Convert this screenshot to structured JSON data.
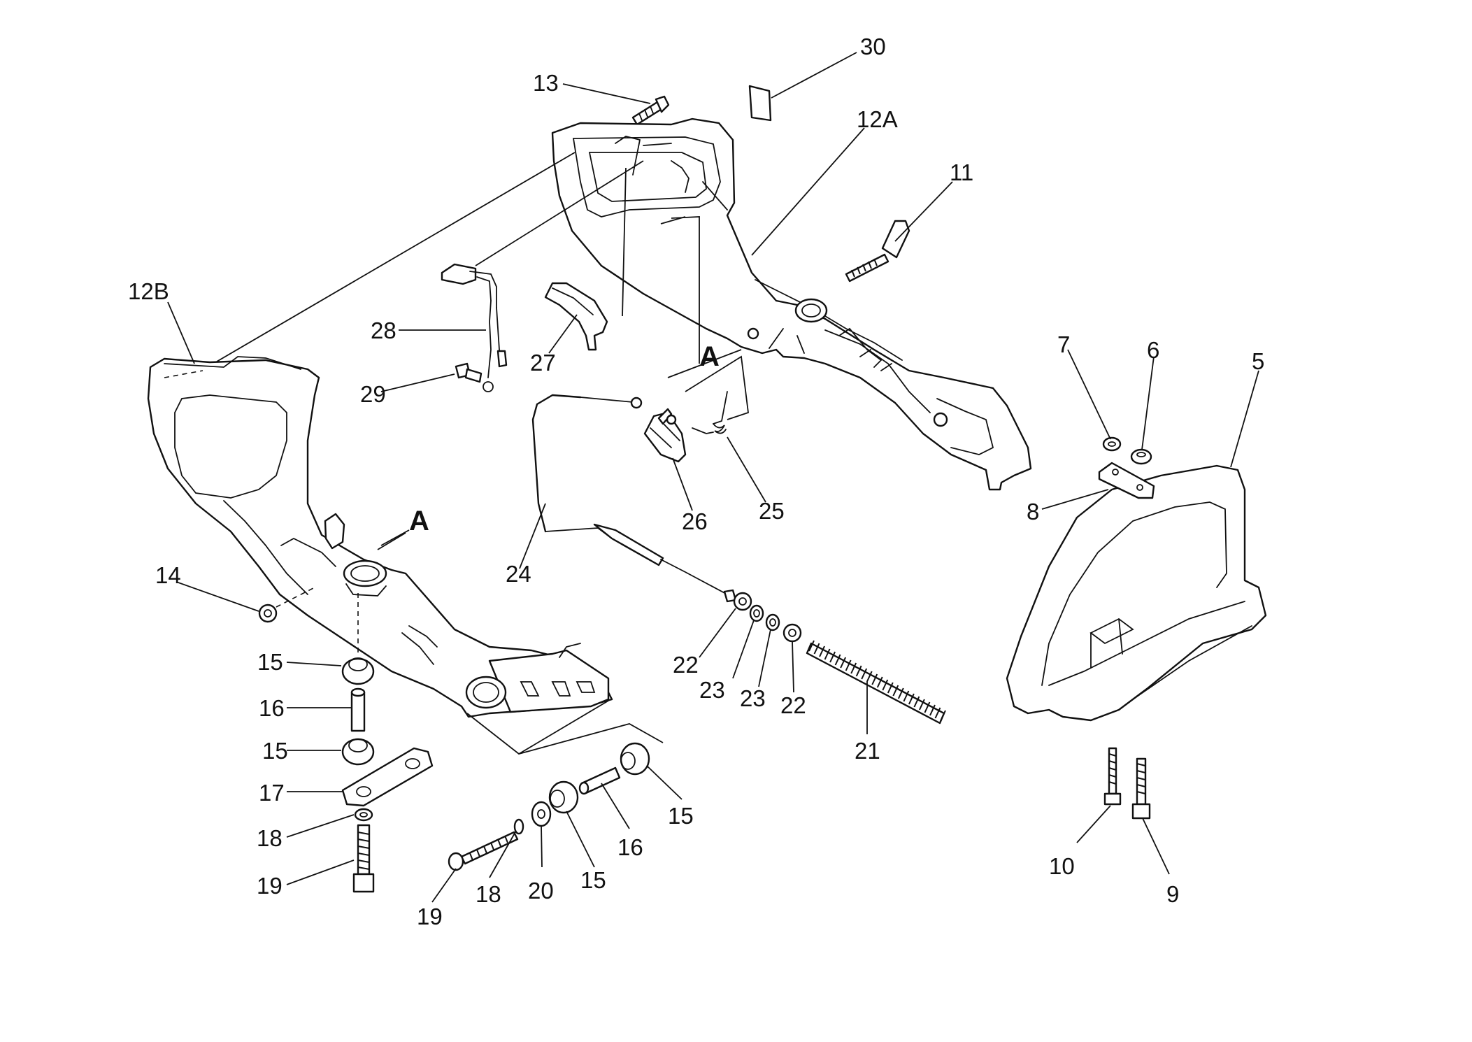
{
  "labels": [
    {
      "id": "p30",
      "text": "30"
    },
    {
      "id": "p13",
      "text": "13"
    },
    {
      "id": "p12a",
      "text": "12A"
    },
    {
      "id": "p11",
      "text": "11"
    },
    {
      "id": "p12b",
      "text": "12B"
    },
    {
      "id": "p28",
      "text": "28"
    },
    {
      "id": "p27",
      "text": "27"
    },
    {
      "id": "p29",
      "text": "29"
    },
    {
      "id": "p7",
      "text": "7"
    },
    {
      "id": "p6",
      "text": "6"
    },
    {
      "id": "p5",
      "text": "5"
    },
    {
      "id": "p8",
      "text": "8"
    },
    {
      "id": "p26",
      "text": "26"
    },
    {
      "id": "p25",
      "text": "25"
    },
    {
      "id": "p24",
      "text": "24"
    },
    {
      "id": "p14",
      "text": "14"
    },
    {
      "id": "p15a",
      "text": "15"
    },
    {
      "id": "p16a",
      "text": "16"
    },
    {
      "id": "p15b",
      "text": "15"
    },
    {
      "id": "p17",
      "text": "17"
    },
    {
      "id": "p18a",
      "text": "18"
    },
    {
      "id": "p19a",
      "text": "19"
    },
    {
      "id": "p22a",
      "text": "22"
    },
    {
      "id": "p23a",
      "text": "23"
    },
    {
      "id": "p23b",
      "text": "23"
    },
    {
      "id": "p22b",
      "text": "22"
    },
    {
      "id": "p21",
      "text": "21"
    },
    {
      "id": "p15c",
      "text": "15"
    },
    {
      "id": "p16b",
      "text": "16"
    },
    {
      "id": "p15d",
      "text": "15"
    },
    {
      "id": "p20",
      "text": "20"
    },
    {
      "id": "p18b",
      "text": "18"
    },
    {
      "id": "p19b",
      "text": "19"
    },
    {
      "id": "p10",
      "text": "10"
    },
    {
      "id": "p9",
      "text": "9"
    }
  ],
  "section_marks": [
    {
      "id": "a-upper",
      "text": "A"
    },
    {
      "id": "a-lower",
      "text": "A"
    }
  ]
}
